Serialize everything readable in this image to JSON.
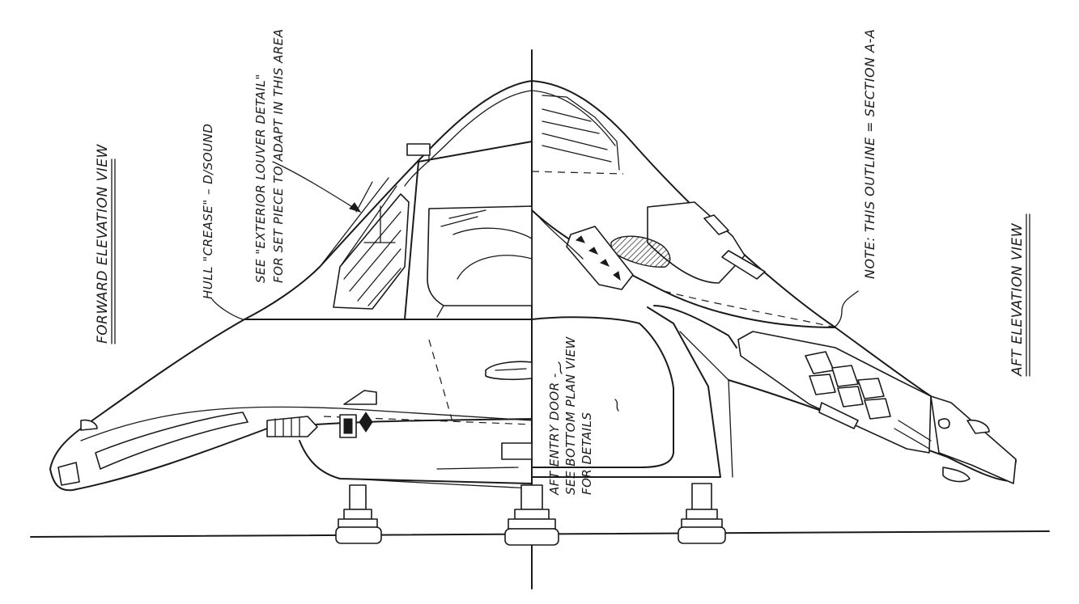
{
  "labels": {
    "forward_view": "Forward Elevation View",
    "aft_view": "Aft Elevation View",
    "note": "Note: This outline = Section A-A",
    "louver_line1": "See \"Exterior Louver Detail\"",
    "louver_line2": "for Set Piece to Adapt in this Area",
    "hull_crease": "Hull \"Crease\" – d/sound",
    "door_line1": "Aft Entry Door -",
    "door_line2": "See Bottom Plan View",
    "door_line3": "for Details"
  }
}
